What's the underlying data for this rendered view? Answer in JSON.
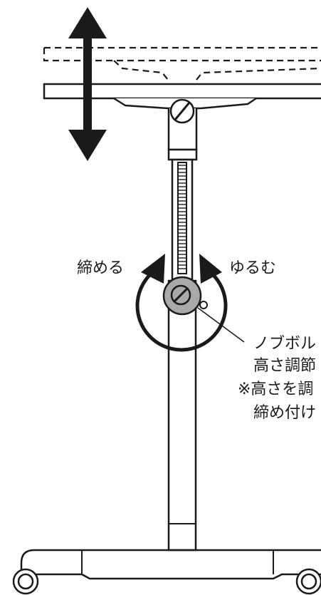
{
  "labels": {
    "tighten": "締める",
    "loosen": "ゆるむ"
  },
  "callout": {
    "lines": [
      "ノブボル",
      "高さ調節",
      "※高さを調",
      "締め付け"
    ]
  },
  "colors": {
    "line": "#1a1a1a",
    "knob_gray": "#a9a9a9",
    "background": "#ffffff"
  },
  "icons": {
    "height_arrow": "double-vertical-arrow",
    "tighten_arrow": "curved-arrow-clockwise",
    "loosen_arrow": "curved-arrow-counterclockwise"
  }
}
